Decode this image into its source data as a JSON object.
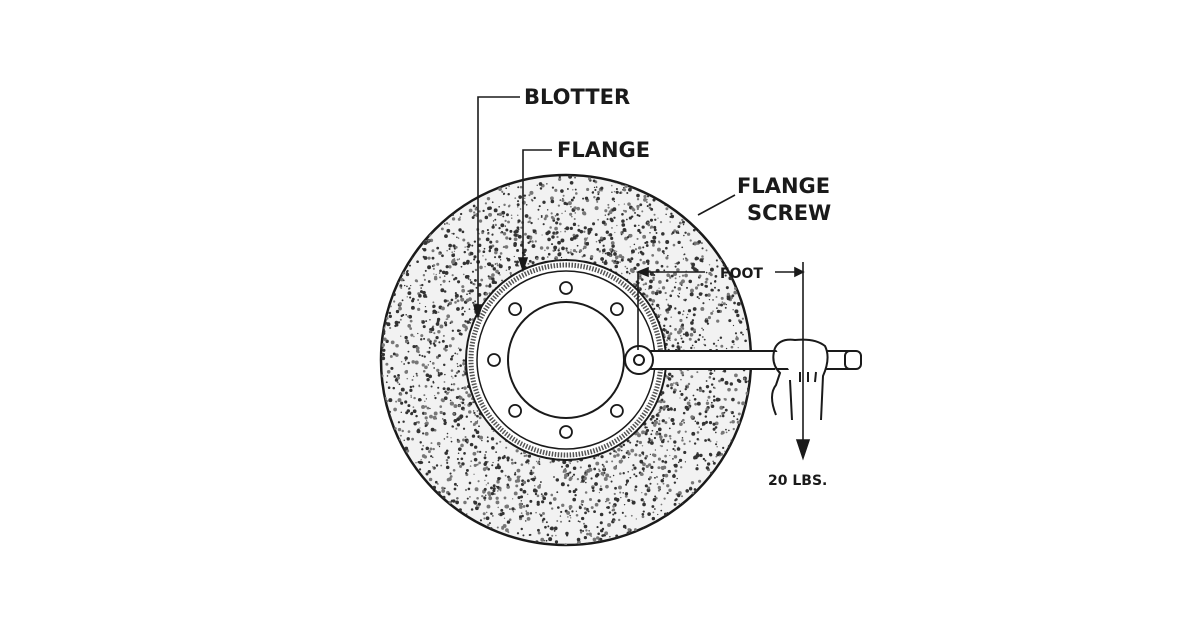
{
  "labels": {
    "blotter": "BLOTTER",
    "flange": "FLANGE",
    "flange_screw_line1": "FLANGE",
    "flange_screw_line2": "SCREW",
    "foot": "FOOT",
    "force": "20 LBS."
  },
  "colors": {
    "ink": "#1a1a1a",
    "background": "#ffffff"
  }
}
